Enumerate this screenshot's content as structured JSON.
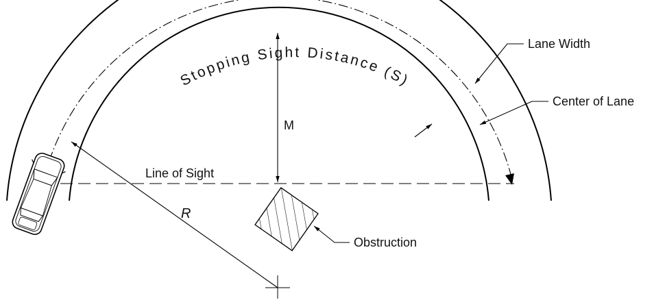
{
  "labels": {
    "stopping_sight_distance": "Stopping Sight Distance (S)",
    "lane_width": "Lane Width",
    "center_of_lane": "Center of Lane",
    "m": "M",
    "line_of_sight": "Line of Sight",
    "r": "R",
    "obstruction": "Obstruction"
  }
}
